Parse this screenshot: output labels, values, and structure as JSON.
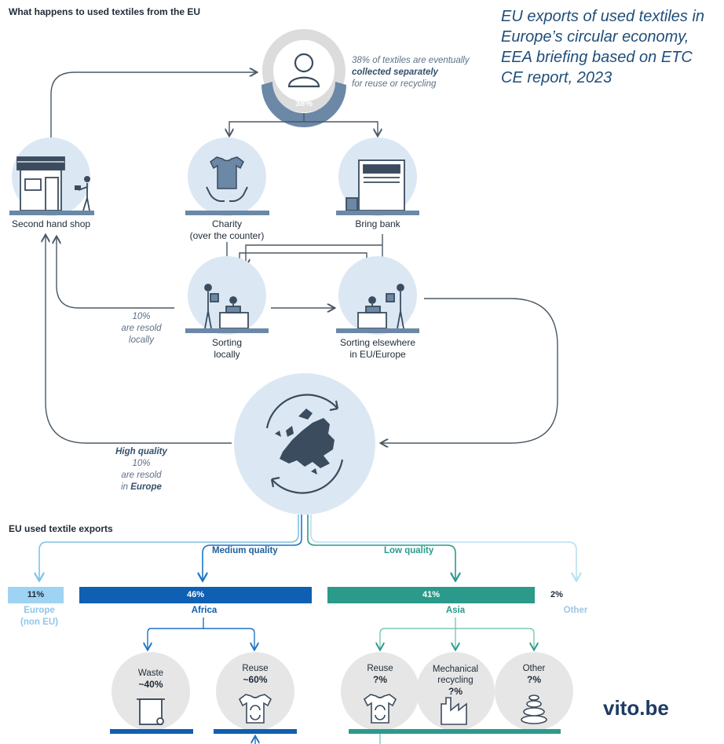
{
  "header": {
    "title": "What happens to used textiles from the EU"
  },
  "briefing": {
    "line1": "EU exports of used textiles in",
    "line2": "Europe’s circular economy,",
    "line3": "EEA briefing based on ETC",
    "line4": "CE report, 2023"
  },
  "collection": {
    "pct_label": "38%",
    "pct_value": 38,
    "note_line1": "38% of textiles are eventually",
    "note_bold": "collected separately",
    "note_line3": "for reuse or recycling"
  },
  "nodes": {
    "second_hand_shop": "Second hand shop",
    "charity_line1": "Charity",
    "charity_line2": "(over the counter)",
    "bring_bank": "Bring bank",
    "sorting_local_line1": "Sorting",
    "sorting_local_line2": "locally",
    "sorting_else_line1": "Sorting elsewhere",
    "sorting_else_line2": "in EU/Europe"
  },
  "resold_local": {
    "line1": "10%",
    "line2": "are resold",
    "line3": "locally"
  },
  "resold_europe": {
    "line0": "High quality",
    "line1": "10%",
    "line2": "are resold",
    "line3_prefix": "in ",
    "line3_bold": "Europe"
  },
  "exports": {
    "title": "EU used textile exports",
    "medium_quality": "Medium quality",
    "low_quality": "Low quality"
  },
  "chart_data": {
    "type": "bar",
    "categories": [
      "Europe (non EU)",
      "Africa",
      "Asia",
      "Other"
    ],
    "values": [
      11,
      46,
      41,
      2
    ],
    "labels": [
      "11%",
      "46%",
      "41%",
      "2%"
    ],
    "colors": [
      "#9fd3f3",
      "#0f5fb3",
      "#2b9a8b",
      "#cfe8f7"
    ]
  },
  "regions": {
    "europe_line1": "Europe",
    "europe_line2": "(non EU)",
    "africa": "Africa",
    "asia": "Asia",
    "other": "Other"
  },
  "africa_sub": [
    {
      "title": "Waste",
      "pct": "~40%"
    },
    {
      "title": "Reuse",
      "pct": "~60%"
    }
  ],
  "asia_sub": [
    {
      "title": "Reuse",
      "pct": "?%"
    },
    {
      "title": "Mechanical",
      "title2": "recycling",
      "pct": "?%"
    },
    {
      "title": "Other",
      "pct": "?%"
    }
  ],
  "brand": "vito.be",
  "colors": {
    "circle_fill": "#dbe8f4",
    "circle_grey": "#e6e6e6",
    "icon_dark": "#3b4c5e",
    "slate": "#6b88a6",
    "arrow": "#4a5866"
  }
}
